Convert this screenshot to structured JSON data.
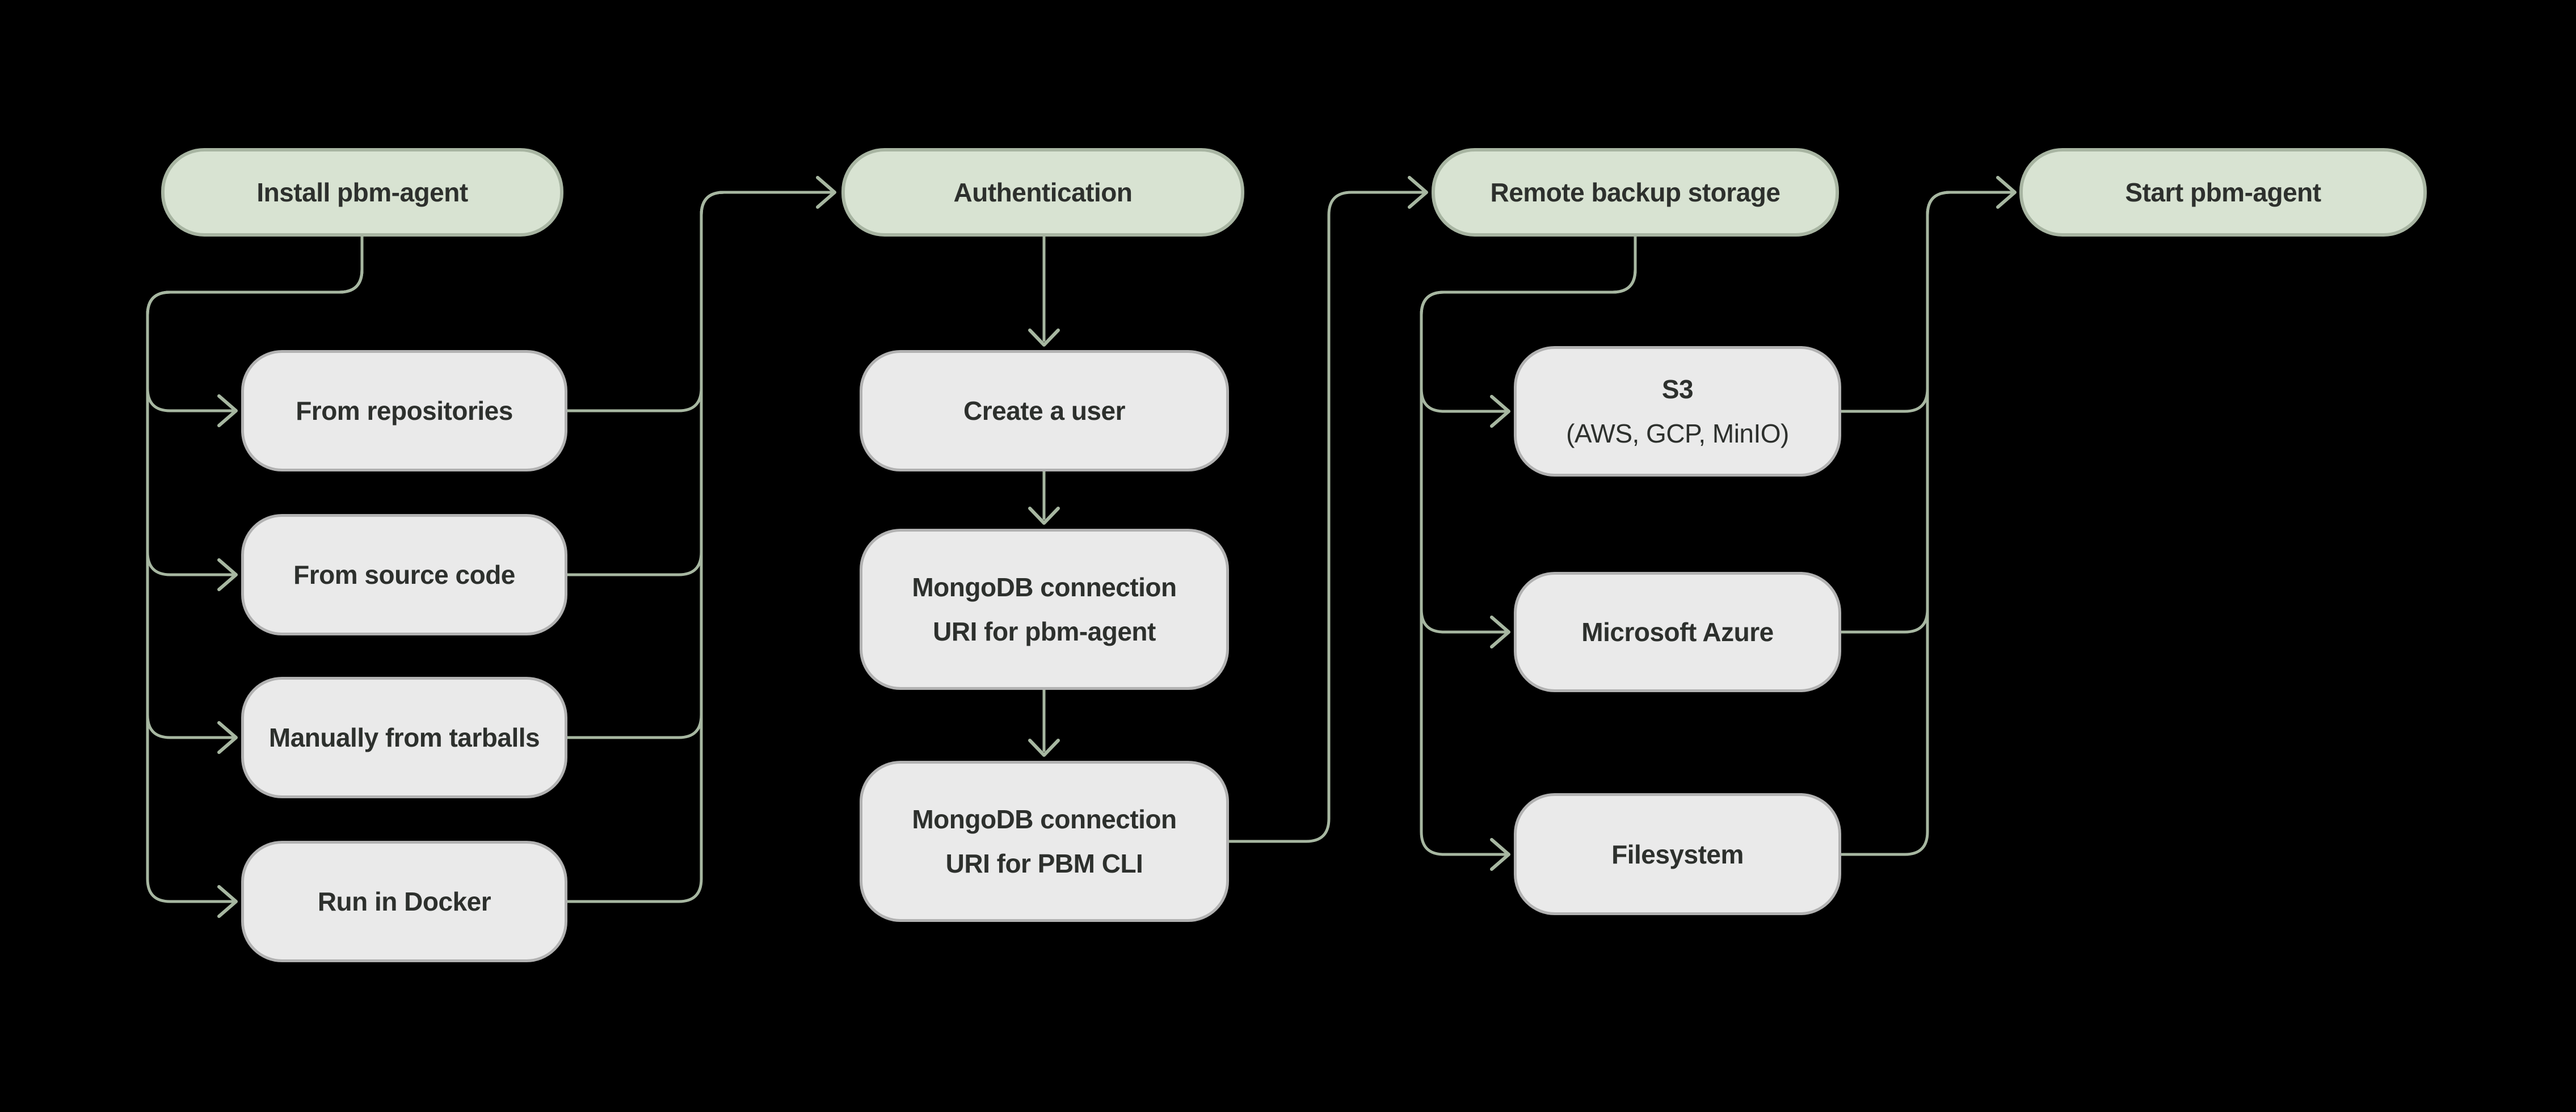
{
  "diagram": {
    "title": "pbm-agent setup flowchart",
    "background_color": "#000000",
    "connector_color": "#a7b7a1",
    "text_color": "#2d302d",
    "node_styles": {
      "stage": {
        "fill": "#d8e3d2",
        "border": "#a8b5a2"
      },
      "option": {
        "fill": "#eaeaea",
        "border": "#b2b2b2"
      }
    },
    "nodes": [
      {
        "id": "install",
        "type": "stage",
        "lines": [
          {
            "text": "Install pbm-agent",
            "bold": true
          }
        ]
      },
      {
        "id": "repositories",
        "type": "option",
        "lines": [
          {
            "text": "From repositories",
            "bold": true
          }
        ]
      },
      {
        "id": "source",
        "type": "option",
        "lines": [
          {
            "text": "From source code",
            "bold": true
          }
        ]
      },
      {
        "id": "tarballs",
        "type": "option",
        "lines": [
          {
            "text": "Manually from tarballs",
            "bold": true
          }
        ]
      },
      {
        "id": "docker",
        "type": "option",
        "lines": [
          {
            "text": "Run in Docker",
            "bold": true
          }
        ]
      },
      {
        "id": "auth",
        "type": "stage",
        "lines": [
          {
            "text": "Authentication",
            "bold": true
          }
        ]
      },
      {
        "id": "create-user",
        "type": "option",
        "lines": [
          {
            "text": "Create a user",
            "bold": true
          }
        ]
      },
      {
        "id": "uri-pbm-agent",
        "type": "option",
        "lines": [
          {
            "text": "MongoDB connection",
            "bold": true
          },
          {
            "text": "URI for pbm-agent",
            "bold": true
          }
        ]
      },
      {
        "id": "uri-pbm-cli",
        "type": "option",
        "lines": [
          {
            "text": "MongoDB connection",
            "bold": true
          },
          {
            "text": "URI for PBM CLI",
            "bold": true
          }
        ]
      },
      {
        "id": "remote-storage",
        "type": "stage",
        "lines": [
          {
            "text": "Remote backup storage",
            "bold": true
          }
        ]
      },
      {
        "id": "s3",
        "type": "option",
        "lines": [
          {
            "text": "S3",
            "bold": true
          },
          {
            "text": "(AWS, GCP, MinIO)",
            "bold": false
          }
        ]
      },
      {
        "id": "azure",
        "type": "option",
        "lines": [
          {
            "text": "Microsoft Azure",
            "bold": true
          }
        ]
      },
      {
        "id": "filesystem",
        "type": "option",
        "lines": [
          {
            "text": "Filesystem",
            "bold": true
          }
        ]
      },
      {
        "id": "start",
        "type": "stage",
        "lines": [
          {
            "text": "Start pbm-agent",
            "bold": true
          }
        ]
      }
    ],
    "edges": [
      {
        "from": "install",
        "to": "repositories"
      },
      {
        "from": "install",
        "to": "source"
      },
      {
        "from": "install",
        "to": "tarballs"
      },
      {
        "from": "install",
        "to": "docker"
      },
      {
        "from": "repositories",
        "to": "auth"
      },
      {
        "from": "source",
        "to": "auth"
      },
      {
        "from": "tarballs",
        "to": "auth"
      },
      {
        "from": "docker",
        "to": "auth"
      },
      {
        "from": "auth",
        "to": "create-user"
      },
      {
        "from": "create-user",
        "to": "uri-pbm-agent"
      },
      {
        "from": "uri-pbm-agent",
        "to": "uri-pbm-cli"
      },
      {
        "from": "uri-pbm-cli",
        "to": "remote-storage"
      },
      {
        "from": "remote-storage",
        "to": "s3"
      },
      {
        "from": "remote-storage",
        "to": "azure"
      },
      {
        "from": "remote-storage",
        "to": "filesystem"
      },
      {
        "from": "s3",
        "to": "start"
      },
      {
        "from": "azure",
        "to": "start"
      },
      {
        "from": "filesystem",
        "to": "start"
      }
    ]
  }
}
